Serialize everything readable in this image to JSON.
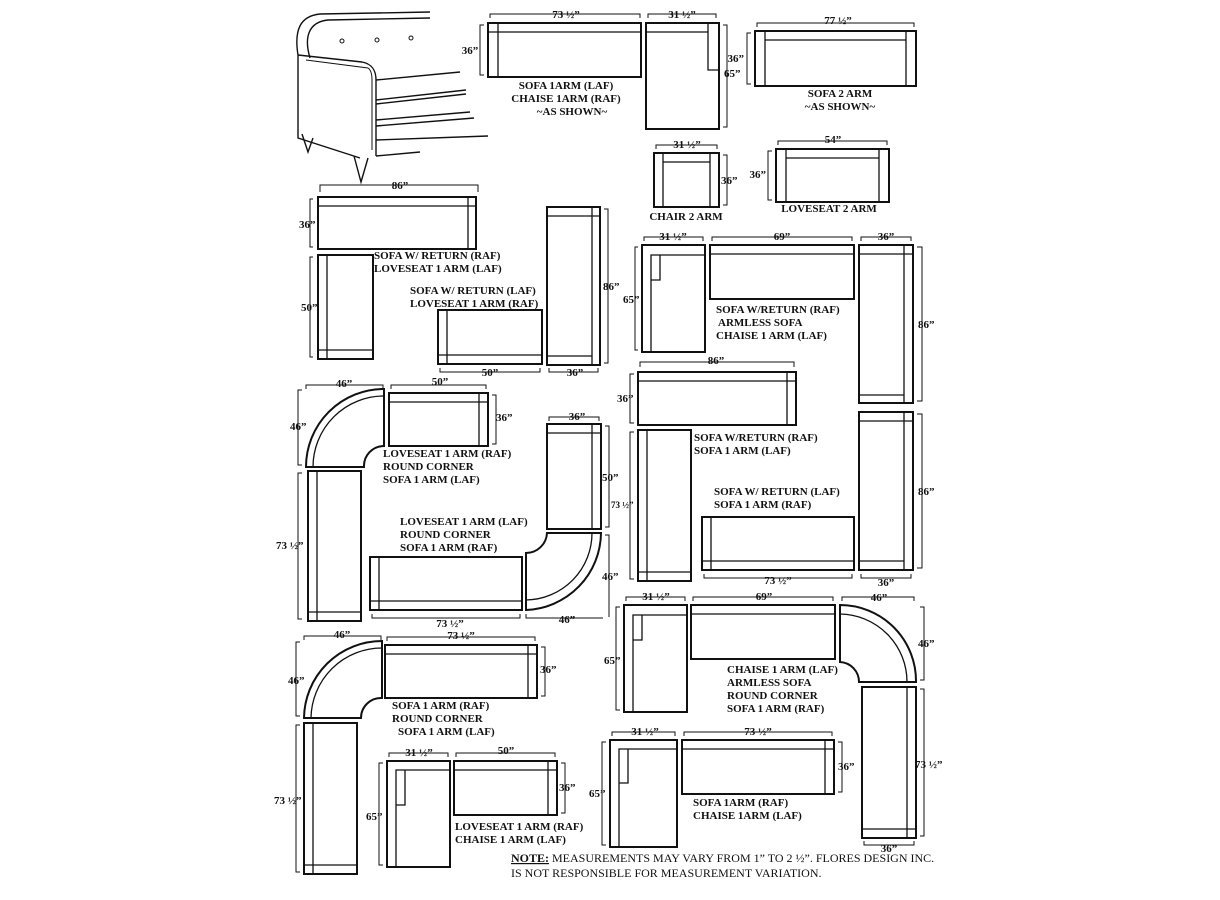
{
  "labels": {
    "sofa1arm_laf": "SOFA 1ARM (LAF)",
    "chaise1arm_raf": "CHAISE 1ARM (RAF)",
    "as_shown_1": "~AS SHOWN~",
    "sofa2arm": "SOFA 2 ARM",
    "as_shown_2": "~AS SHOWN~",
    "chair2arm": "CHAIR 2 ARM",
    "loveseat2arm": "LOVESEAT 2 ARM",
    "g1_l1": "SOFA W/ RETURN (RAF)",
    "g1_l2": "LOVESEAT 1 ARM (LAF)",
    "g2_l1": "SOFA  W/ RETURN (LAF)",
    "g2_l2": "LOVESEAT 1 ARM (RAF)",
    "g3_l1": "SOFA W/RETURN (RAF)",
    "g3_l2": "ARMLESS SOFA",
    "g3_l3": "CHAISE 1 ARM (LAF)",
    "g4_l1": "LOVESEAT 1 ARM (RAF)",
    "g4_l2": "ROUND CORNER",
    "g4_l3": "SOFA 1 ARM (LAF)",
    "g5_l1": "SOFA W/RETURN (RAF)",
    "g5_l2": "SOFA 1 ARM (LAF)",
    "g6_l1": "SOFA W/ RETURN (LAF)",
    "g6_l2": "SOFA 1 ARM (RAF)",
    "g7_l1": "LOVESEAT 1 ARM (LAF)",
    "g7_l2": "ROUND CORNER",
    "g7_l3": "SOFA 1 ARM (RAF)",
    "g8_l1": "CHAISE 1 ARM (LAF)",
    "g8_l2": "ARMLESS SOFA",
    "g8_l3": "ROUND CORNER",
    "g8_l4": "SOFA 1 ARM (RAF)",
    "g9_l1": "SOFA 1 ARM (RAF)",
    "g9_l2": "ROUND CORNER",
    "g9_l3": "SOFA 1 ARM (LAF)",
    "g10_l1": "LOVESEAT 1 ARM (RAF)",
    "g10_l2": "CHAISE 1 ARM (LAF)",
    "g11_l1": "SOFA 1ARM (RAF)",
    "g11_l2": "CHAISE 1ARM (LAF)"
  },
  "dims": {
    "d73_5": "73 ½”",
    "d31_5": "31 ½”",
    "d77_5": "77 ½”",
    "d36": "36”",
    "d65": "65”",
    "d54": "54”",
    "d86": "86”",
    "d69": "69”",
    "d50": "50”",
    "d46": "46”"
  },
  "note": {
    "prefix": "NOTE:",
    "line1": " MEASUREMENTS MAY VARY FROM 1” TO 2 ½”. FLORES DESIGN INC.",
    "line2": "IS NOT RESPONSIBLE FOR MEASUREMENT VARIATION."
  }
}
